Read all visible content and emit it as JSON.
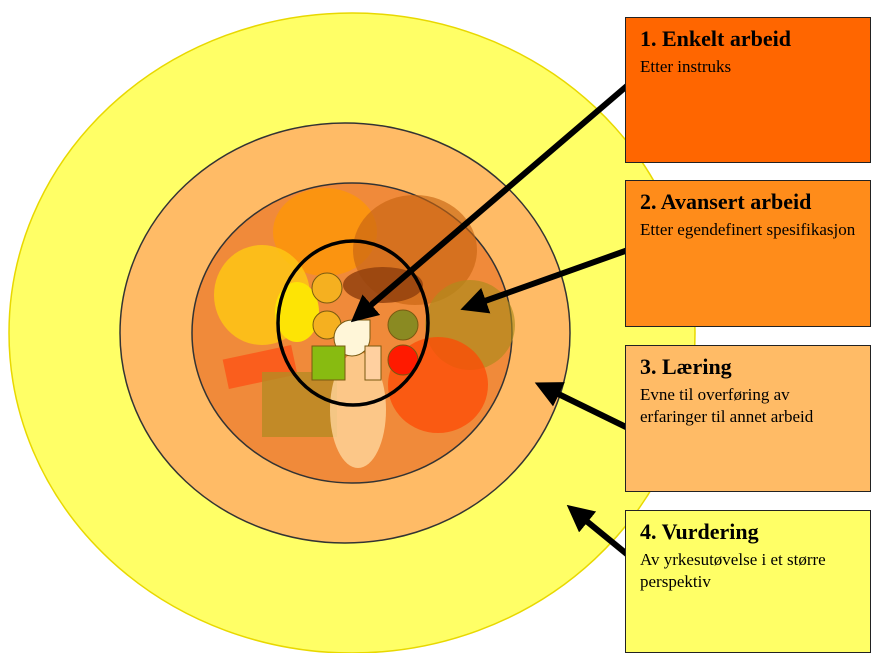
{
  "colors": {
    "outer_ring": "#ffff66",
    "ring_3": "#ffbb66",
    "ring_2": "#f08a3a",
    "core": "#e06a1c",
    "arrow": "#000000",
    "box_1": "#ff6600",
    "box_2": "#ff8c1a",
    "box_3": "#ffbb66",
    "box_4": "#ffff66"
  },
  "levels": [
    {
      "id": 1,
      "title": "1. Enkelt arbeid",
      "description": "Etter instruks",
      "fill": "#ff6600"
    },
    {
      "id": 2,
      "title": "2. Avansert arbeid",
      "description": "Etter egendefinert spesifikasjon",
      "fill": "#ff8c1a"
    },
    {
      "id": 3,
      "title": "3. Læring",
      "description": "Evne til overføring av erfaringer til annet arbeid",
      "fill": "#ffbb66"
    },
    {
      "id": 4,
      "title": "4. Vurdering",
      "description": "Av yrkesutøvelse i et større perspektiv",
      "fill": "#ffff66"
    }
  ]
}
